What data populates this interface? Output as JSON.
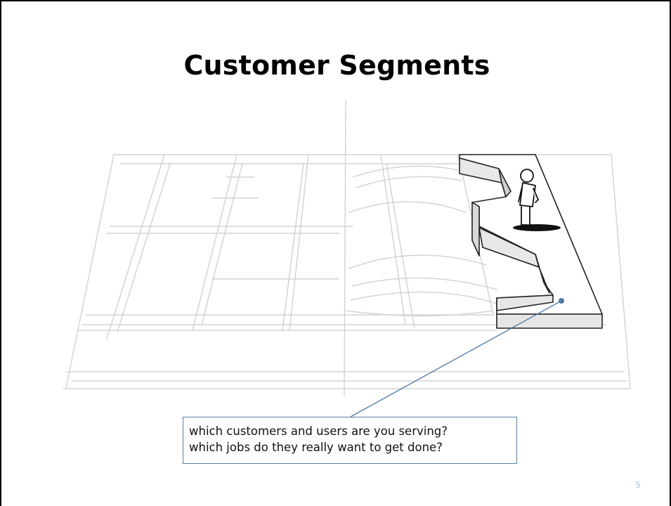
{
  "slide": {
    "title": "Customer Segments",
    "callout": {
      "line1": "which customers and users are you serving?",
      "line2": "which jobs do they really want to get done?"
    },
    "page_number": "5"
  },
  "colors": {
    "callout_border": "#5b7fa6",
    "pointer_line": "#4f78a8",
    "page_number": "#9dc3e6",
    "grid_lines": "#d4d4d4",
    "platform_side": "#e6e6e6"
  },
  "icons": [
    "person-figure-icon",
    "pointer-dot-icon"
  ]
}
